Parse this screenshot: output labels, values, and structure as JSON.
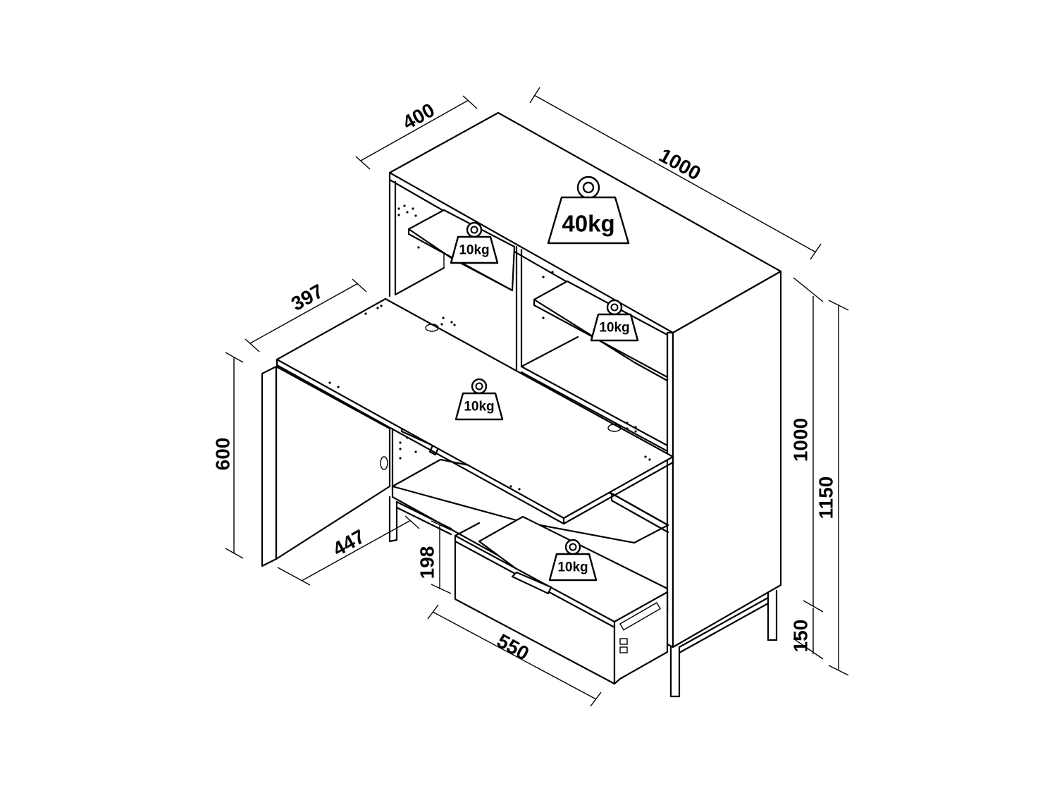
{
  "dimensions": {
    "depth_top": "400",
    "width_total": "1000",
    "desk_depth": "397",
    "desk_height": "600",
    "door_width": "447",
    "drawer_height": "198",
    "drawer_depth": "550",
    "body_height": "1000",
    "total_height": "1150",
    "leg_height": "150"
  },
  "weights": {
    "top": "40kg",
    "shelf_left": "10kg",
    "shelf_right": "10kg",
    "desk": "10kg",
    "drawer": "10kg"
  },
  "colors": {
    "line": "#000000",
    "background": "#ffffff"
  }
}
